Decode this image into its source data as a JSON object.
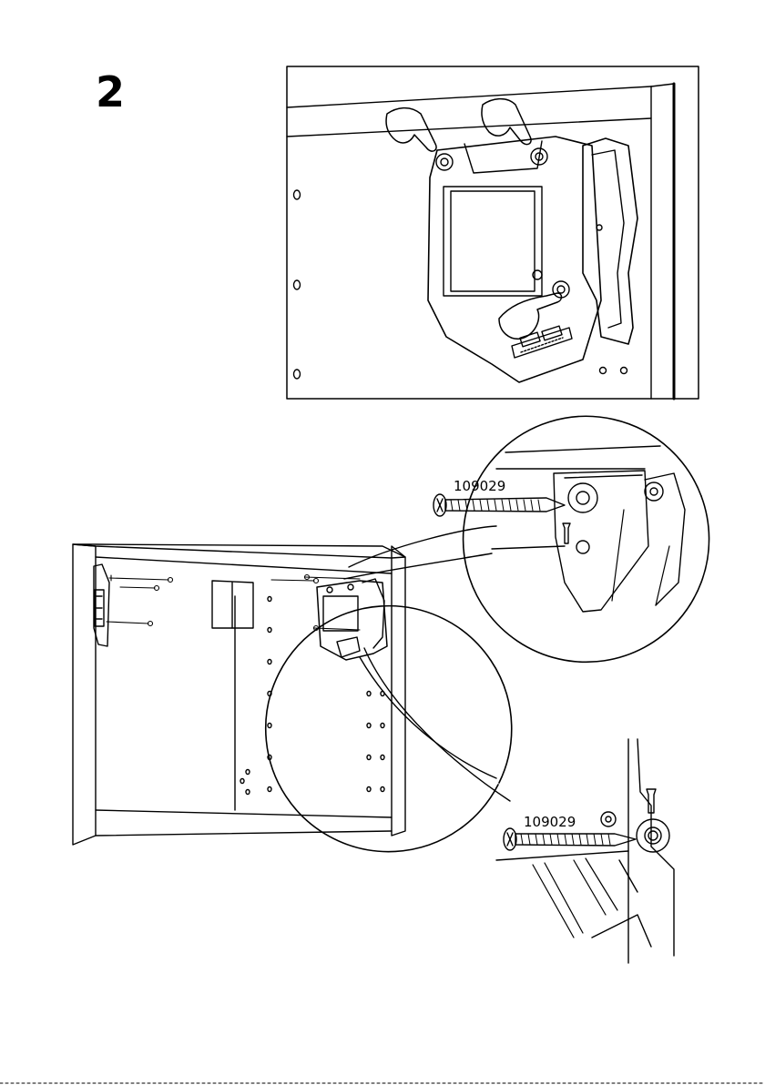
{
  "step": {
    "number": "2"
  },
  "parts": {
    "screw_upper": {
      "id": "109029"
    },
    "screw_lower": {
      "id": "109029"
    }
  },
  "colors": {
    "line": "#000000",
    "background": "#ffffff"
  }
}
